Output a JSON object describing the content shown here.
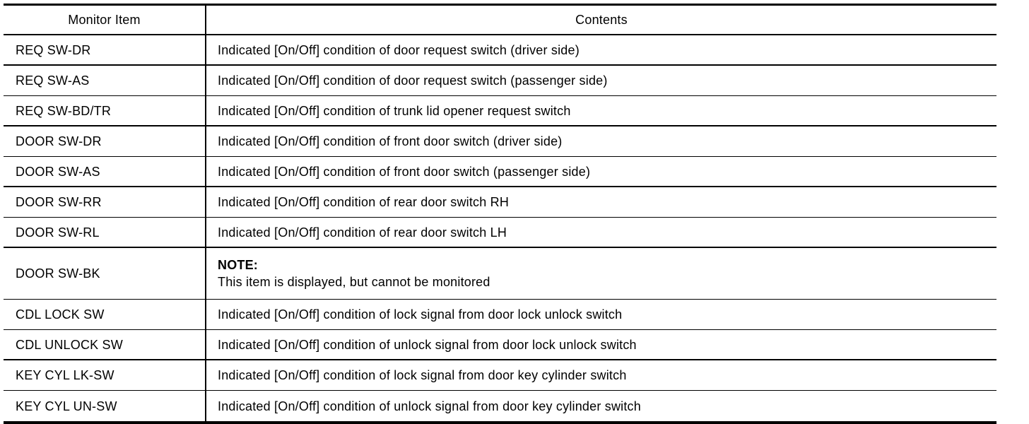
{
  "table": {
    "headers": {
      "monitor_item": "Monitor Item",
      "contents": "Contents"
    },
    "rows": [
      {
        "item": "REQ SW-DR",
        "contents": "Indicated [On/Off] condition of door request switch (driver side)",
        "border": "thick"
      },
      {
        "item": "REQ SW-AS",
        "contents": "Indicated [On/Off] condition of door request switch (passenger side)",
        "border": "thin"
      },
      {
        "item": "REQ SW-BD/TR",
        "contents": "Indicated [On/Off] condition of trunk lid opener request switch",
        "border": "thick"
      },
      {
        "item": "DOOR SW-DR",
        "contents": "Indicated [On/Off] condition of front door switch (driver side)",
        "border": "thin"
      },
      {
        "item": "DOOR SW-AS",
        "contents": "Indicated [On/Off] condition of front door switch (passenger side)",
        "border": "thick"
      },
      {
        "item": "DOOR SW-RR",
        "contents": "Indicated [On/Off] condition of rear door switch RH",
        "border": "thin"
      },
      {
        "item": "DOOR SW-RL",
        "contents": "Indicated [On/Off] condition of rear door switch LH",
        "border": "thick"
      },
      {
        "item": "DOOR SW-BK",
        "note_label": "NOTE:",
        "note_text": "This item is displayed, but cannot be monitored",
        "border": "thin",
        "tall": true
      },
      {
        "item": "CDL LOCK SW",
        "contents": "Indicated [On/Off] condition of lock signal from door lock unlock switch",
        "border": "thin"
      },
      {
        "item": "CDL UNLOCK SW",
        "contents": "Indicated [On/Off] condition of unlock signal from door lock unlock switch",
        "border": "thick"
      },
      {
        "item": "KEY CYL LK-SW",
        "contents": "Indicated [On/Off] condition of lock signal from door key cylinder switch",
        "border": "thin"
      },
      {
        "item": "KEY CYL UN-SW",
        "contents": "Indicated [On/Off] condition of unlock signal from door key cylinder switch",
        "border": "none"
      }
    ]
  },
  "colors": {
    "background": "#ffffff",
    "text": "#000000",
    "border": "#000000"
  }
}
